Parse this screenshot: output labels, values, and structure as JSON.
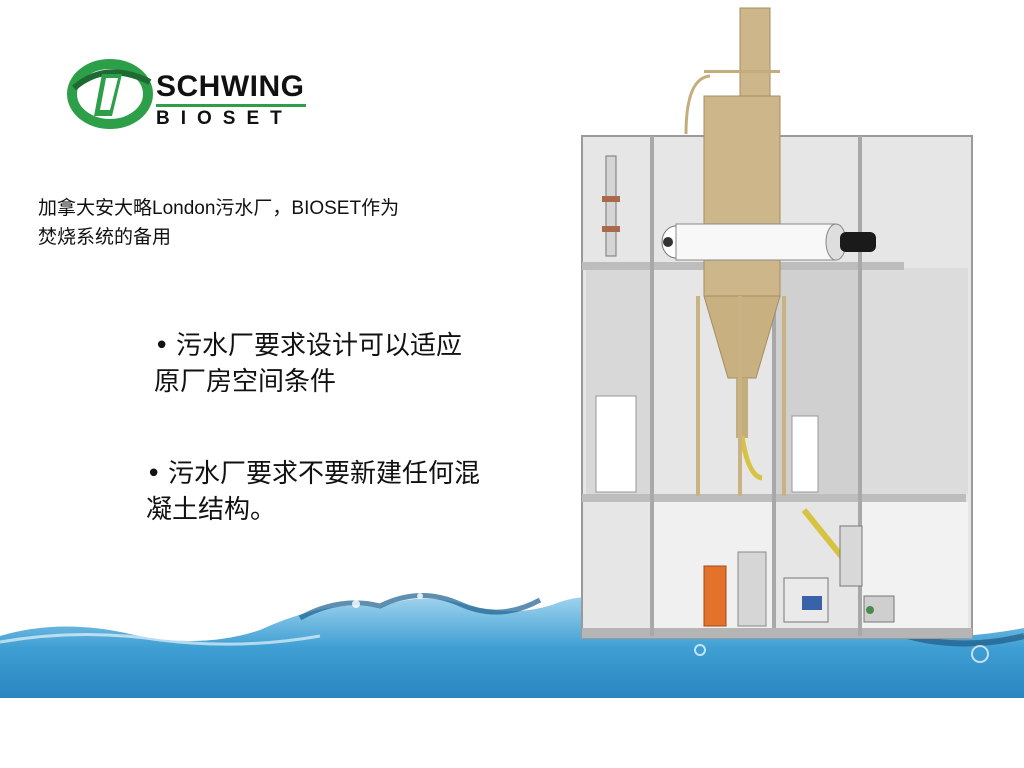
{
  "logo": {
    "brand_top": "SCHWING",
    "brand_bottom": "BIOSET"
  },
  "caption": {
    "line1": "加拿大安大略London污水厂，BIOSET作为",
    "line2": "焚烧系统的备用"
  },
  "bullets": [
    {
      "marker": "•",
      "line1": "污水厂要求设计可以适应",
      "line2": "原厂房空间条件"
    },
    {
      "marker": "•",
      "line1": "污水厂要求不要新建任何混",
      "line2": "凝土结构。"
    }
  ],
  "colors": {
    "logo_green": "#2e9f49",
    "logo_dark_green": "#1d6b33",
    "tower": "#cdb78a",
    "building_gray": "#dcdcdc",
    "water_blue": "#3f9fd3"
  },
  "icons": {
    "logo_mark": "schwing-swirl-logo-icon",
    "illustration": "incineration-plant-illustration",
    "decor": "water-wave-decoration"
  }
}
